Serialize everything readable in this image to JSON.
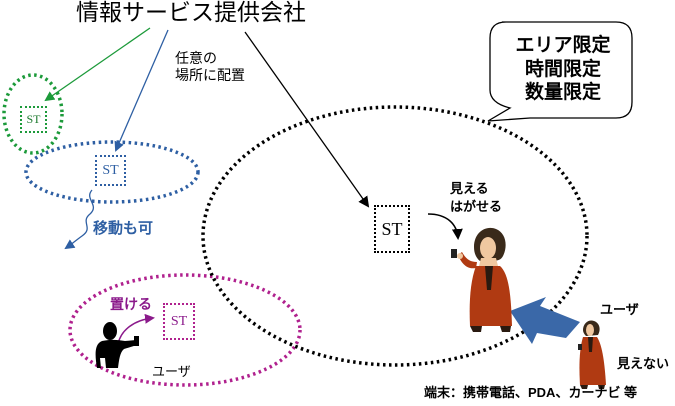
{
  "provider": {
    "label": "情報サービス提供会社"
  },
  "placement_note": {
    "lines": [
      "任意の",
      "場所に配置"
    ]
  },
  "limits": {
    "lines": [
      "エリア限定",
      "時間限定",
      "数量限定"
    ]
  },
  "st_label": "ST",
  "visible_note": {
    "lines": [
      "見える",
      "はがせる"
    ]
  },
  "movable_note": "移動も可",
  "placeable_note": "置ける",
  "user_left_label": "ユーザ",
  "user_right_label": "ユーザ",
  "invisible_note": "見えない",
  "devices_note": "端末：携帯電話、PDA、カーナビ 等",
  "colors": {
    "green": "#1c9a3a",
    "blue": "#2e5fa3",
    "purple": "#b0218e",
    "steel_blue_arrow": "#3a68a8",
    "figure_red": "#b03a12"
  },
  "icons": [
    "speech-bubble",
    "woman-with-phone-icon",
    "man-silhouette-icon",
    "small-woman-icon"
  ]
}
